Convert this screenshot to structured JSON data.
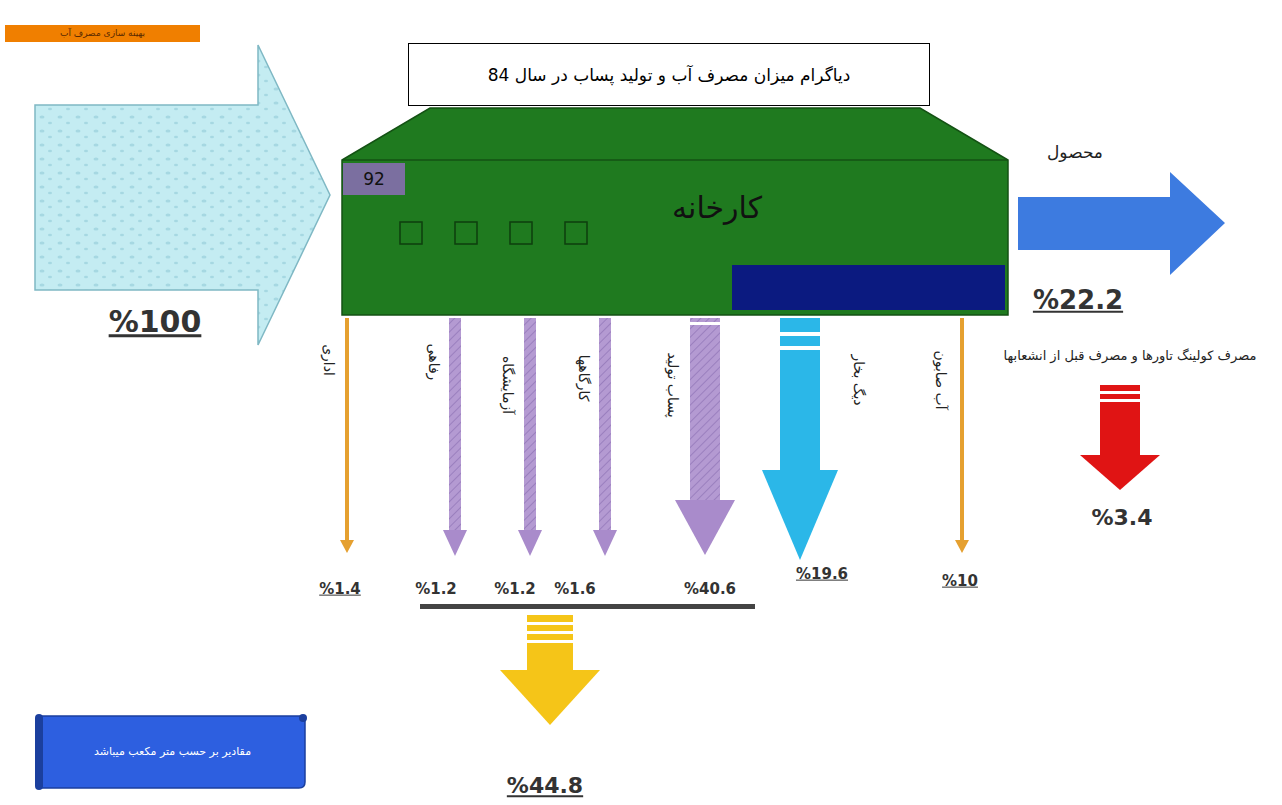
{
  "diagram": {
    "title": "دیاگرام میزان مصرف آب و تولید پساب در سال 84",
    "nodes": [
      {
        "text": [
          "بهینه سازی مصرف آب"
        ]
      },
      {
        "text": [
          "کارخانه"
        ]
      },
      {
        "text": [
          "92"
        ],
        "in": 1
      },
      {
        "text": [
          "مقادیر بر حسب متر مکعب میباشد"
        ]
      }
    ],
    "labels": [
      "%100",
      "محصول",
      "%22.2",
      "مصرف کولینگ تاورها و مصرف قبل از انشعابها",
      "%3.4",
      "اداری",
      "رفاهی",
      "آزمایشگاه",
      "کارگاهها",
      "پساب تولید",
      "دیگ بخار",
      "آب صابون",
      "%1.4",
      "%1.2",
      "%1.2",
      "%1.6",
      "%40.6",
      "%19.6",
      "%10",
      "%44.8"
    ]
  }
}
